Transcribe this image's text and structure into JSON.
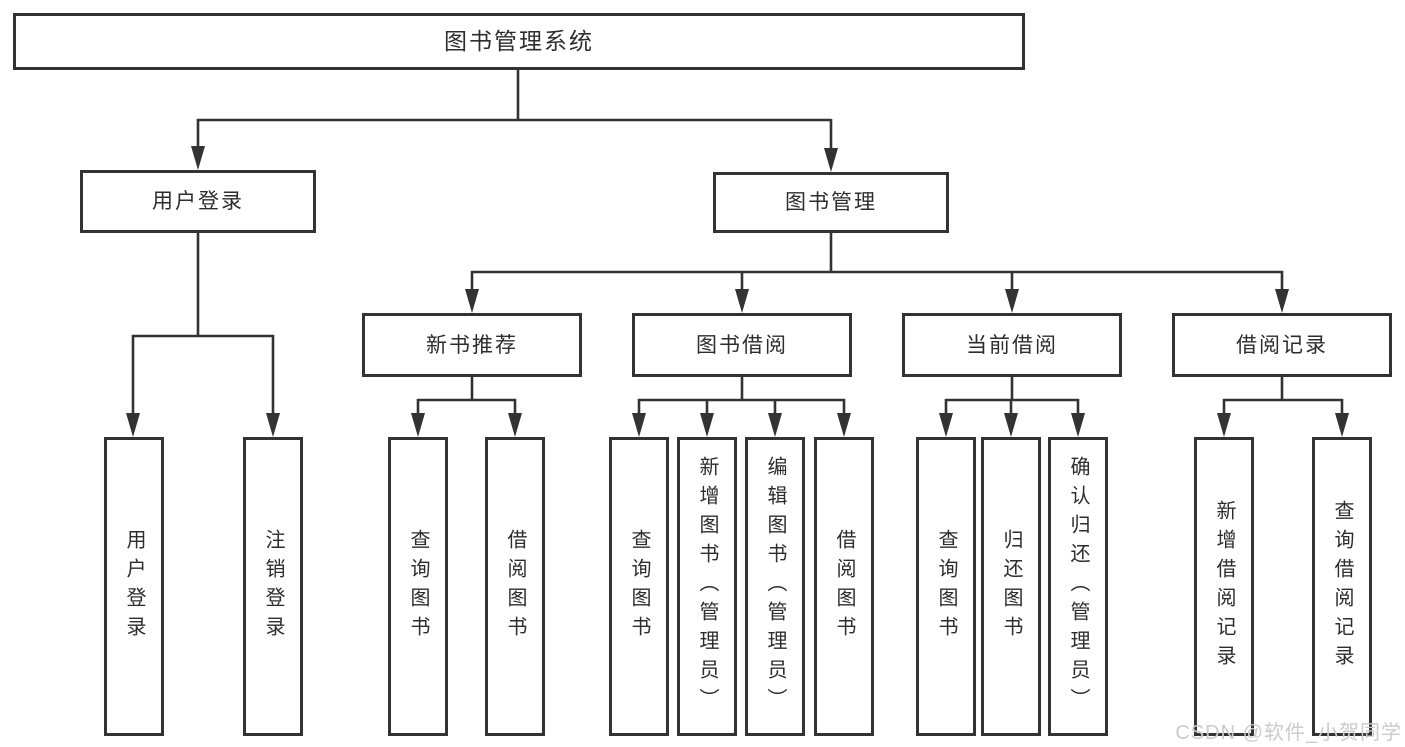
{
  "diagram": {
    "title": "图书管理系统",
    "type": "hierarchy-tree",
    "line_color": "#333333",
    "box_background": "#ffffff",
    "text_color": "#2d2d2d",
    "watermark": {
      "text": "CSDN @软件_小贺同学",
      "color": "#cbcbcb"
    },
    "nodes": {
      "root": {
        "label": "图书管理系统"
      },
      "user_login": {
        "label": "用户登录"
      },
      "book_mgmt": {
        "label": "图书管理"
      },
      "new_book_rec": {
        "label": "新书推荐"
      },
      "book_borrow": {
        "label": "图书借阅"
      },
      "current_borrow": {
        "label": "当前借阅"
      },
      "borrow_record": {
        "label": "借阅记录"
      },
      "leaf_user_login": {
        "label": "用户登录"
      },
      "leaf_logout": {
        "label": "注销登录"
      },
      "leaf_query_book_1": {
        "label": "查询图书"
      },
      "leaf_borrow_book_1": {
        "label": "借阅图书"
      },
      "leaf_query_book_2": {
        "label": "查询图书"
      },
      "leaf_add_book": {
        "label": "新增图书（管理员）"
      },
      "leaf_edit_book": {
        "label": "编辑图书（管理员）"
      },
      "leaf_borrow_book_2": {
        "label": "借阅图书"
      },
      "leaf_query_book_3": {
        "label": "查询图书"
      },
      "leaf_return_book": {
        "label": "归还图书"
      },
      "leaf_confirm_return": {
        "label": "确认归还（管理员）"
      },
      "leaf_add_record": {
        "label": "新增借阅记录"
      },
      "leaf_query_record": {
        "label": "查询借阅记录"
      }
    },
    "tree": {
      "label": "图书管理系统",
      "children": [
        {
          "label": "用户登录",
          "children": [
            {
              "label": "用户登录"
            },
            {
              "label": "注销登录"
            }
          ]
        },
        {
          "label": "图书管理",
          "children": [
            {
              "label": "新书推荐",
              "children": [
                {
                  "label": "查询图书"
                },
                {
                  "label": "借阅图书"
                }
              ]
            },
            {
              "label": "图书借阅",
              "children": [
                {
                  "label": "查询图书"
                },
                {
                  "label": "新增图书（管理员）"
                },
                {
                  "label": "编辑图书（管理员）"
                },
                {
                  "label": "借阅图书"
                }
              ]
            },
            {
              "label": "当前借阅",
              "children": [
                {
                  "label": "查询图书"
                },
                {
                  "label": "归还图书"
                },
                {
                  "label": "确认归还（管理员）"
                }
              ]
            },
            {
              "label": "借阅记录",
              "children": [
                {
                  "label": "新增借阅记录"
                },
                {
                  "label": "查询借阅记录"
                }
              ]
            }
          ]
        }
      ]
    }
  }
}
